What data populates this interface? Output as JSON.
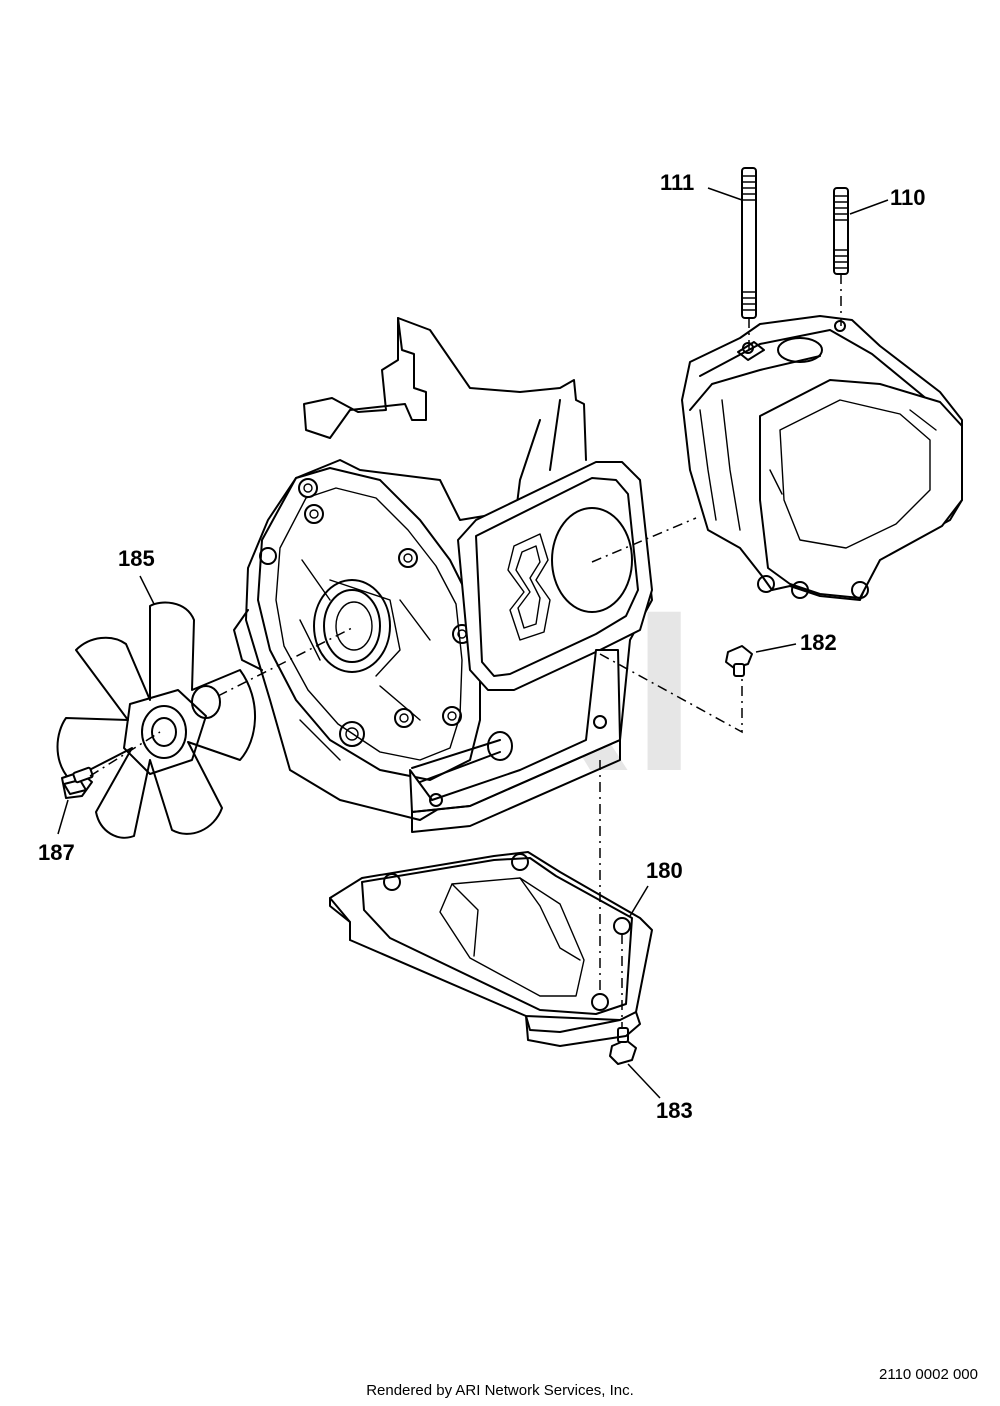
{
  "watermark": "ARI",
  "callouts": {
    "c111": "111",
    "c110": "110",
    "c185": "185",
    "c182": "182",
    "c187": "187",
    "c180": "180",
    "c183": "183"
  },
  "footer": {
    "credit": "Rendered by ARI Network Services, Inc.",
    "diagram_code": "2110 0002 000"
  }
}
